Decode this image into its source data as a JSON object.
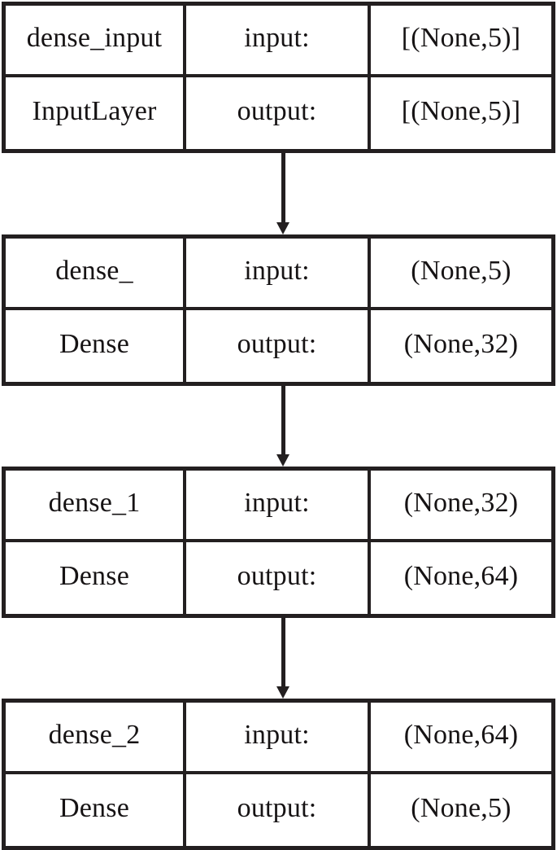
{
  "diagram": {
    "type": "keras-model-plot",
    "orientation": "vertical",
    "background_color": "#ffffff",
    "line_color": "#231f20",
    "text_color": "#161314",
    "row_labels": {
      "input": "input:",
      "output": "output:"
    },
    "nodes": [
      {
        "id": "node-0",
        "name": "dense_input",
        "type": "InputLayer",
        "input_label": "input:",
        "output_label": "output:",
        "input_shape": "[(None,5)]",
        "output_shape": "[(None,5)]"
      },
      {
        "id": "node-1",
        "name": "dense_",
        "type": "Dense",
        "input_label": "input:",
        "output_label": "output:",
        "input_shape": "(None,5)",
        "output_shape": "(None,32)"
      },
      {
        "id": "node-2",
        "name": "dense_1",
        "type": "Dense",
        "input_label": "input:",
        "output_label": "output:",
        "input_shape": "(None,32)",
        "output_shape": "(None,64)"
      },
      {
        "id": "node-3",
        "name": "dense_2",
        "type": "Dense",
        "input_label": "input:",
        "output_label": "output:",
        "input_shape": "(None,64)",
        "output_shape": "(None,5)"
      }
    ],
    "edges": [
      {
        "id": "edge-0",
        "from": "node-0",
        "to": "node-1",
        "arrowhead": "filled-triangle-down"
      },
      {
        "id": "edge-1",
        "from": "node-1",
        "to": "node-2",
        "arrowhead": "filled-triangle-down"
      },
      {
        "id": "edge-2",
        "from": "node-2",
        "to": "node-3",
        "arrowhead": "filled-triangle-down"
      }
    ]
  }
}
